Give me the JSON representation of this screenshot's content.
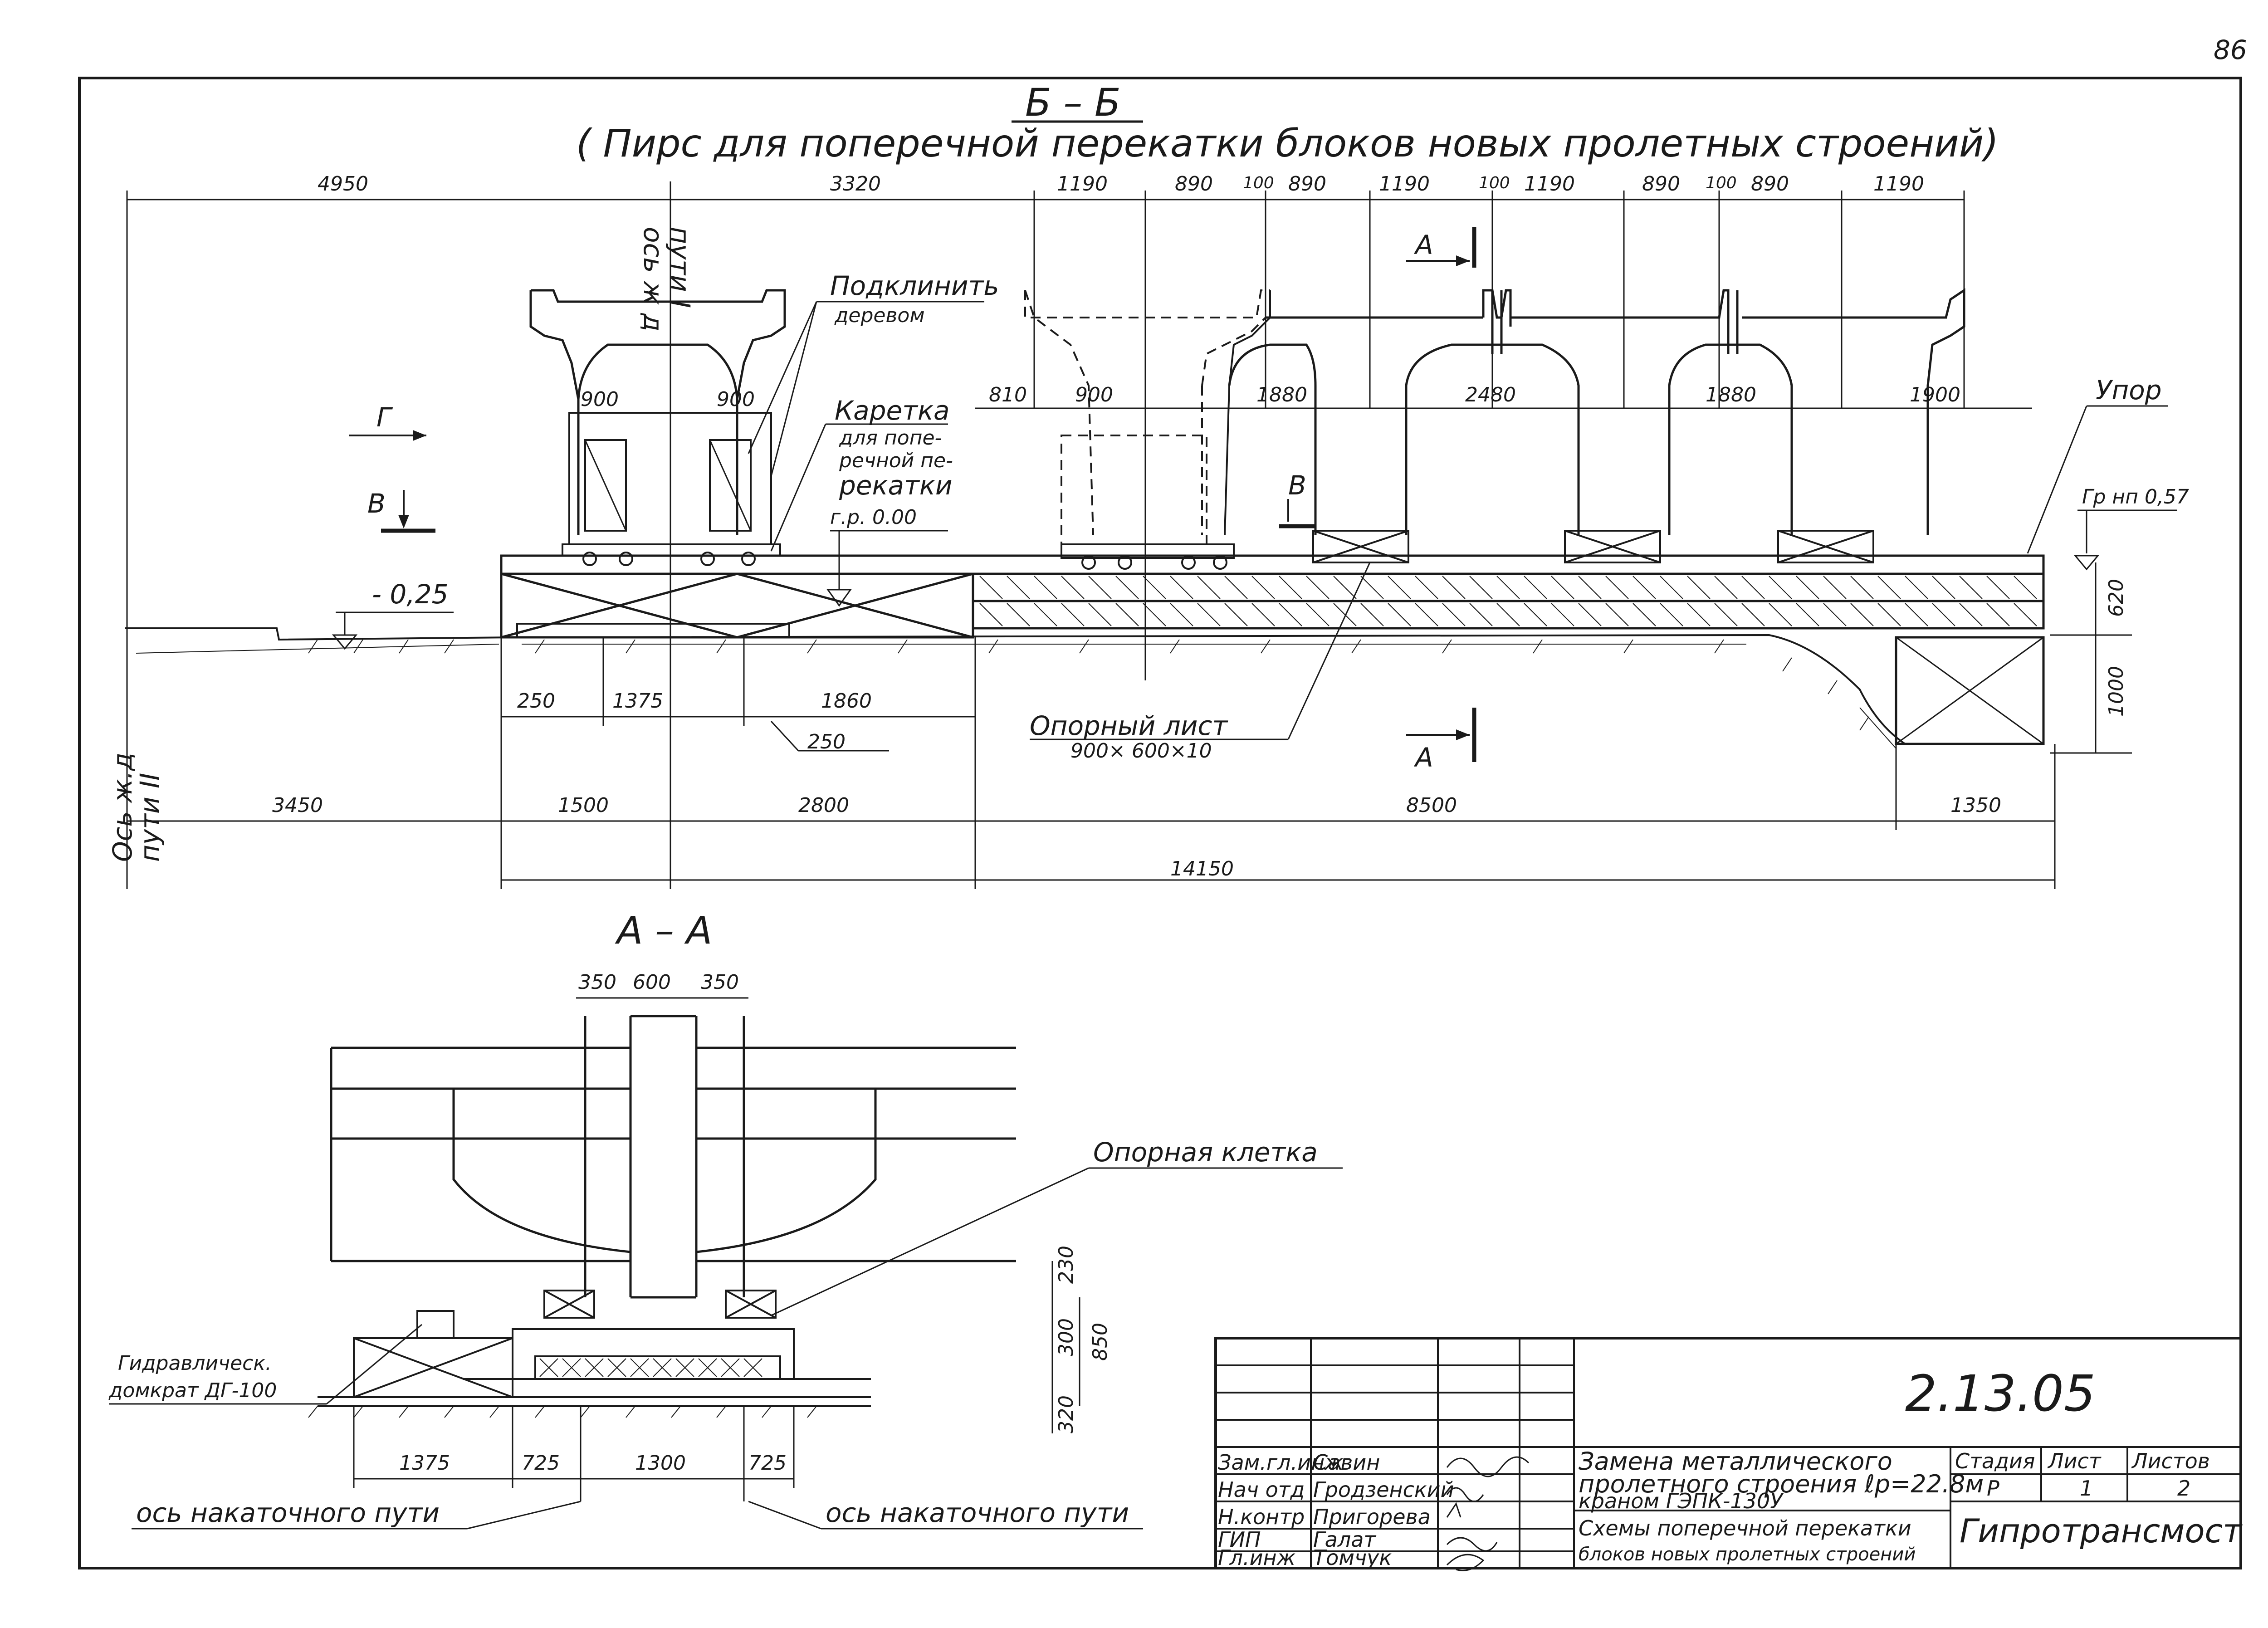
{
  "page_number": "86",
  "section_bb": {
    "title": "Б – Б",
    "subtitle": "( Пирс для поперечной перекатки блоков новых пролетных строений)"
  },
  "section_aa": {
    "title": "А – А"
  },
  "labels": {
    "podklinit_1": "Подклинить",
    "podklinit_2": "деревом",
    "karetka_1": "Каретка",
    "karetka_2": "для попе-",
    "karetka_3": "речной пе-",
    "karetka_4": "рекатки",
    "gr_zero": "г.р. 0.00",
    "upor": "Упор",
    "gr_np": "Гр нп 0,57",
    "minus_025": "- 0,25",
    "opornyi_list_1": "Опорный лист",
    "opornyi_list_2": "900× 600×10",
    "os_x9_1": "ось ж д",
    "os_x9_2": "пути I",
    "os_left_1": "Ось ж.д",
    "os_left_2": "пути II",
    "arrow_g": "Г",
    "arrow_v": "В",
    "arrow_a": "А",
    "opornaya_kletka": "Опорная клетка",
    "domkrat_1": "Гидравлическ.",
    "domkrat_2": "домкрат ДГ-100",
    "os_nakat_left": "ось накаточного пути",
    "os_nakat_right": "ось накаточного пути"
  },
  "dims_top": [
    "4950",
    "3320",
    "1190",
    "890",
    "100",
    "890",
    "1190",
    "100",
    "1190",
    "890",
    "100",
    "890",
    "1190"
  ],
  "dims_mid": [
    "900",
    "900",
    "810",
    "900",
    "1880",
    "2480",
    "1880",
    "1900"
  ],
  "dims_low": [
    "250",
    "1375",
    "1860",
    "250"
  ],
  "dims_bottom": [
    "3450",
    "1500",
    "2800",
    "8500",
    "1350"
  ],
  "dim_total": "14150",
  "dims_right": [
    "620",
    "1000"
  ],
  "aa_dims_top": [
    "350",
    "600",
    "350"
  ],
  "aa_dims_bottom": [
    "1375",
    "725",
    "1300",
    "725"
  ],
  "aa_dims_right": [
    "230",
    "300",
    "850",
    "320"
  ],
  "title_block": {
    "drawing_no": "2.13.05",
    "roles": [
      "Зам.гл.инж",
      "Нач отд",
      "Н.контр",
      "ГИП",
      "Гл.инж"
    ],
    "names": [
      "Савин",
      "Гродзенский",
      "Пригорева",
      "Галат",
      "Томчук"
    ],
    "description_1": "Замена металлического",
    "description_2": "пролетного строения ℓр=22.8м",
    "description_3": "краном ГЭПК-130У",
    "sheet_title_1": "Схемы поперечной перекатки",
    "sheet_title_2": "блоков новых пролетных строений",
    "stage_label": "Стадия",
    "sheet_label": "Лист",
    "sheets_label": "Листов",
    "stage": "Р",
    "sheet": "1",
    "sheets": "2",
    "organization": "Гипротрансмост"
  }
}
